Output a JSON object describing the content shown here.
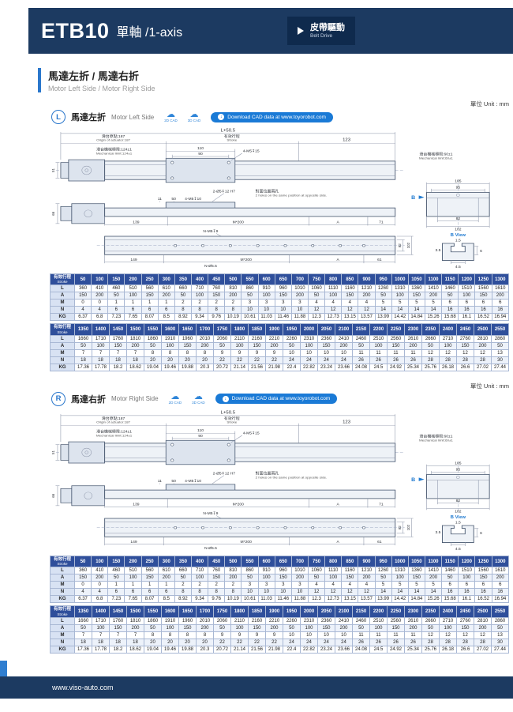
{
  "page": {
    "header": {
      "model": "ETB10",
      "title_zh": "單軸",
      "title_en": "/1-axis",
      "badge_zh": "皮帶驅動",
      "badge_en": "Belt Drive"
    },
    "section_title": {
      "zh": "馬達左折 / 馬達右折",
      "en": "Motor Left Side / Motor Right Side"
    },
    "unit": "單位 Unit : mm",
    "footer": "www.viso-auto.com"
  },
  "sections": [
    {
      "circle": "L",
      "label_zh": "馬達左折",
      "label_en": "Motor Left Side",
      "cad2d": "2D CAD",
      "cad3d": "3D CAD",
      "download": "Download CAD data at www.toyorobot.com"
    },
    {
      "circle": "R",
      "label_zh": "馬達右折",
      "label_en": "Motor Right Side",
      "cad2d": "2D CAD",
      "cad3d": "3D CAD",
      "download": "Download CAD data at www.toyorobot.com"
    }
  ],
  "drawing": {
    "total": "L+50.5",
    "origin_zh": "滑台原點:187",
    "origin_en": "Origin of actuator:187",
    "stroke_zh": "有效行程",
    "stroke_en": "Stroke",
    "d123": "123",
    "mechl_zh": "滑台機械極限:124±1",
    "mechl_en": "Mechanical limit:124±1",
    "mechr_zh": "滑台機械極限:60±1",
    "mechr_en": "Mechanical limit:60±1",
    "d110": "110",
    "d90": "90",
    "m5x15": "4-M5↧15",
    "d51": "51",
    "hole2": "2-Ø5↧12 H7",
    "opp_zh": "對面位置兩孔",
    "opp_en": "2 holes on the same position at opposite side.",
    "d11": "11",
    "d50": "50",
    "m5x10": "4-M5↧10",
    "d66": "66",
    "d139": "139",
    "m200": "M*200",
    "dA": "A",
    "d71": "71",
    "nm5": "N-M5↧9",
    "d82": "82",
    "d102": "102",
    "d149": "149",
    "n55": "N-Ø5.5",
    "d61": "61",
    "d105": "105",
    "d95": "95",
    "bletter": "B",
    "bview": "B View",
    "d15": "1.5",
    "d35": "3.5",
    "d6": "6",
    "d45": "4.5"
  },
  "tables": {
    "t1": {
      "header_zh": "有效行程",
      "header_en": "Stroke",
      "strokes": [
        50,
        100,
        150,
        200,
        250,
        300,
        350,
        400,
        450,
        500,
        550,
        600,
        650,
        700,
        750,
        800,
        850,
        900,
        950,
        1000,
        1050,
        1100,
        1150,
        1200,
        1250,
        1300
      ],
      "rows": [
        {
          "label": "L",
          "values": [
            360,
            410,
            460,
            510,
            560,
            610,
            660,
            710,
            760,
            810,
            860,
            910,
            960,
            1010,
            1060,
            1110,
            1160,
            1210,
            1260,
            1310,
            1360,
            1410,
            1460,
            1510,
            1560,
            1610
          ]
        },
        {
          "label": "A",
          "values": [
            150,
            200,
            50,
            100,
            150,
            200,
            50,
            100,
            150,
            200,
            50,
            100,
            150,
            200,
            50,
            100,
            150,
            200,
            50,
            100,
            150,
            200,
            50,
            100,
            150,
            200
          ]
        },
        {
          "label": "M",
          "values": [
            0,
            0,
            1,
            1,
            1,
            1,
            2,
            2,
            2,
            2,
            3,
            3,
            3,
            3,
            4,
            4,
            4,
            4,
            5,
            5,
            5,
            5,
            6,
            6,
            6,
            6
          ]
        },
        {
          "label": "N",
          "values": [
            4,
            4,
            6,
            6,
            6,
            6,
            8,
            8,
            8,
            8,
            10,
            10,
            10,
            10,
            12,
            12,
            12,
            12,
            14,
            14,
            14,
            14,
            16,
            16,
            16,
            16
          ]
        },
        {
          "label": "KG",
          "values": [
            6.37,
            6.8,
            7.23,
            7.65,
            8.07,
            8.5,
            8.92,
            9.34,
            9.76,
            10.19,
            10.61,
            11.03,
            11.46,
            11.88,
            12.3,
            12.73,
            13.15,
            13.57,
            13.99,
            14.42,
            14.84,
            15.26,
            15.68,
            16.1,
            16.52,
            16.94
          ]
        }
      ]
    },
    "t2": {
      "header_zh": "有效行程",
      "header_en": "Stroke",
      "strokes": [
        1350,
        1400,
        1450,
        1500,
        1550,
        1600,
        1650,
        1700,
        1750,
        1800,
        1850,
        1900,
        1950,
        2000,
        2050,
        2100,
        2150,
        2200,
        2250,
        2300,
        2350,
        2400,
        2450,
        2500,
        2550
      ],
      "rows": [
        {
          "label": "L",
          "values": [
            1660,
            1710,
            1760,
            1810,
            1860,
            1910,
            1960,
            2010,
            2060,
            2110,
            2160,
            2210,
            2260,
            2310,
            2360,
            2410,
            2460,
            2510,
            2560,
            2610,
            2660,
            2710,
            2760,
            2810,
            2860
          ]
        },
        {
          "label": "A",
          "values": [
            50,
            100,
            150,
            200,
            50,
            100,
            150,
            200,
            50,
            100,
            150,
            200,
            50,
            100,
            150,
            200,
            50,
            100,
            150,
            200,
            50,
            100,
            150,
            200,
            50
          ]
        },
        {
          "label": "M",
          "values": [
            7,
            7,
            7,
            7,
            8,
            8,
            8,
            8,
            9,
            9,
            9,
            9,
            10,
            10,
            10,
            10,
            11,
            11,
            11,
            11,
            12,
            12,
            12,
            12,
            13
          ]
        },
        {
          "label": "N",
          "values": [
            18,
            18,
            18,
            18,
            20,
            20,
            20,
            20,
            22,
            22,
            22,
            22,
            24,
            24,
            24,
            24,
            26,
            26,
            26,
            26,
            28,
            28,
            28,
            28,
            30
          ]
        },
        {
          "label": "KG",
          "values": [
            17.36,
            17.78,
            18.2,
            18.62,
            19.04,
            19.46,
            19.88,
            20.3,
            20.72,
            21.14,
            21.56,
            21.98,
            22.4,
            22.82,
            23.24,
            23.66,
            24.08,
            24.5,
            24.92,
            25.34,
            25.76,
            26.18,
            26.6,
            27.02,
            27.44
          ]
        }
      ]
    }
  }
}
